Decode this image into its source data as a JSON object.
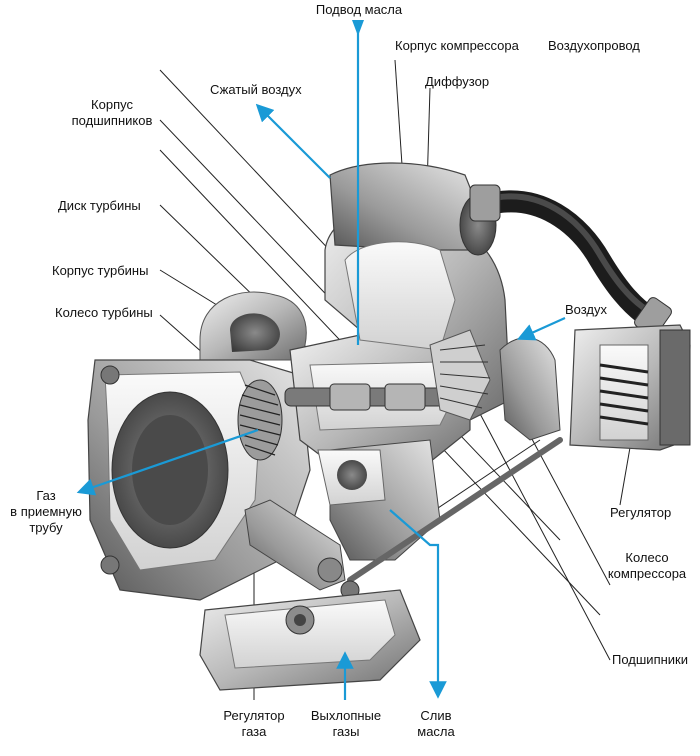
{
  "colors": {
    "flow_arrow": "#1a9ad6",
    "leader_line": "#222222",
    "metal_light": "#d9d9d9",
    "metal_mid": "#a9a9a9",
    "metal_dark": "#5a5a5a",
    "hose": "#2b2b2b"
  },
  "labels": {
    "oil_inlet": "Подвод масла",
    "compressor_housing": "Корпус компрессора",
    "air_pipe": "Воздухопровод",
    "compressed_air": "Сжатый воздух",
    "diffuser": "Диффузор",
    "bearing_housing": [
      "Корпус",
      "подшипников"
    ],
    "turbine_disc": "Диск турбины",
    "turbine_housing": "Корпус турбины",
    "turbine_wheel": "Колесо турбины",
    "air": "Воздух",
    "gas_to_exhaust": [
      "Газ",
      "в приемную",
      "трубу"
    ],
    "regulator": "Регулятор",
    "compressor_wheel": [
      "Колесо",
      "компрессора"
    ],
    "bearings": "Подшипники",
    "wastegate": [
      "Регулятор",
      "газа"
    ],
    "exhaust_gases": [
      "Выхлопные",
      "газы"
    ],
    "oil_drain": [
      "Слив",
      "масла"
    ]
  }
}
